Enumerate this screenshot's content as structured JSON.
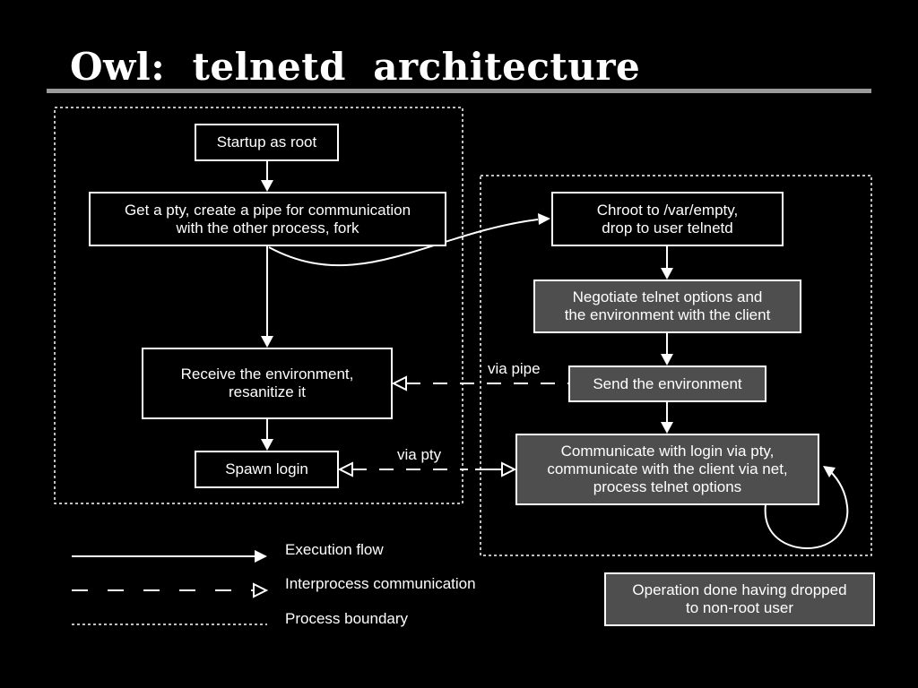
{
  "title": "Owl:  telnetd  architecture",
  "colors": {
    "background": "#000000",
    "foreground": "#ffffff",
    "rule": "#9a9a9a",
    "dropped_privilege_box": "#4e4e4e"
  },
  "root_process": {
    "nodes": [
      {
        "id": "startup",
        "label": "Startup as root"
      },
      {
        "id": "get_pty",
        "label": "Get a pty, create a pipe for communication\nwith the other process, fork"
      },
      {
        "id": "receive_env",
        "label": "Receive the environment,\nresanitize it"
      },
      {
        "id": "spawn_login",
        "label": "Spawn login"
      }
    ]
  },
  "child_process": {
    "nodes": [
      {
        "id": "chroot",
        "label": "Chroot to /var/empty,\ndrop to user telnetd"
      },
      {
        "id": "negotiate",
        "label": "Negotiate telnet options and\nthe environment with the client"
      },
      {
        "id": "send_env",
        "label": "Send the environment"
      },
      {
        "id": "communicate",
        "label": "Communicate with login via pty,\ncommunicate with the client via net,\nprocess telnet options"
      }
    ]
  },
  "ipc_labels": {
    "pipe": "via pipe",
    "pty": "via pty"
  },
  "legend": {
    "execution_flow": "Execution flow",
    "ipc": "Interprocess communication",
    "boundary": "Process boundary",
    "non_root_note": "Operation done having dropped\nto non-root user"
  }
}
